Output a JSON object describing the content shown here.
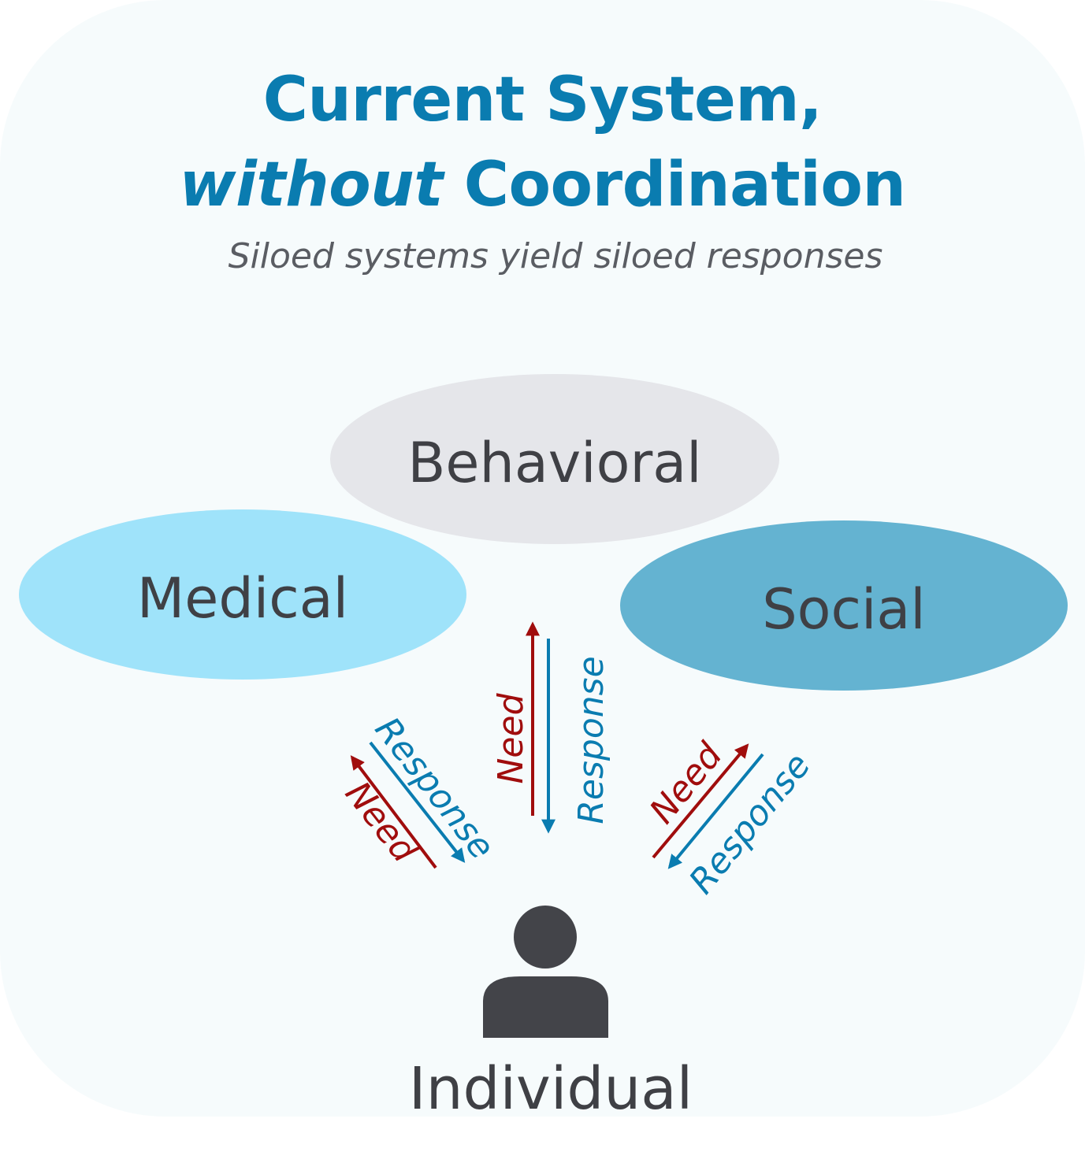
{
  "title": {
    "line1": "Current System,",
    "line2_emphasis": "without",
    "line2_rest": " Coordination"
  },
  "subtitle": "Siloed systems yield siloed responses",
  "nodes": {
    "behavioral": {
      "label": "Behavioral",
      "color": "#e5e6ea"
    },
    "medical": {
      "label": "Medical",
      "color": "#9fe3fa"
    },
    "social": {
      "label": "Social",
      "color": "#64b3d1"
    },
    "individual": {
      "label": "Individual",
      "icon": "person-icon",
      "color": "#434449"
    }
  },
  "flows": {
    "need_label": "Need",
    "response_label": "Response",
    "need_color": "#a00d0d",
    "response_color": "#0a7cb0"
  },
  "colors": {
    "title": "#0a7cb0",
    "subtitle": "#5a5d63",
    "text": "#3f4045",
    "panel": "#f6fbfc"
  }
}
